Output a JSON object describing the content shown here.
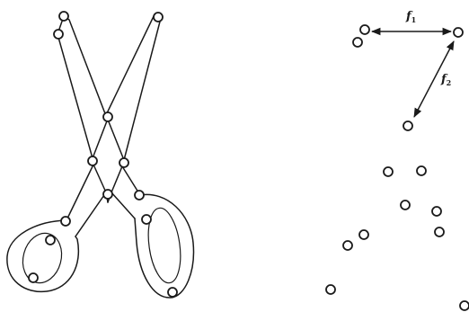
{
  "labels": {
    "f1": {
      "main": "f",
      "sub": "1"
    },
    "f2": {
      "main": "f",
      "sub": "2"
    }
  }
}
